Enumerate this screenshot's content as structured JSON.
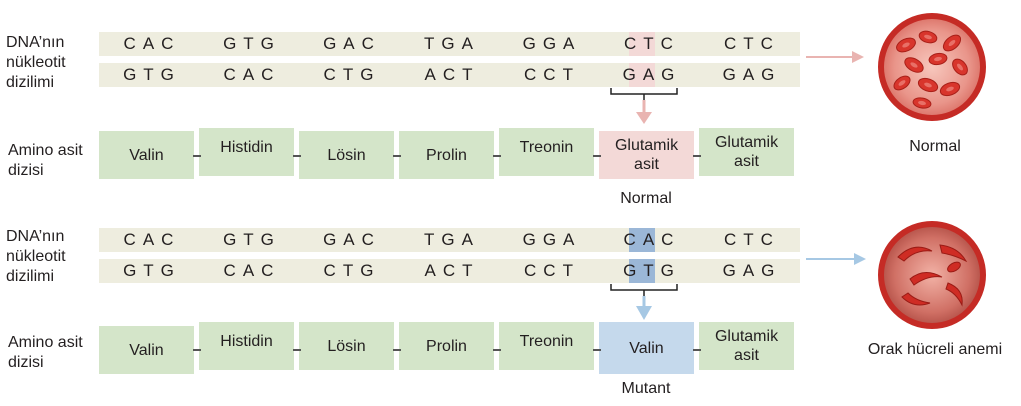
{
  "labels": {
    "dna": "DNA’nın\nnükleotit\ndizilimi",
    "amino": "Amino asit\ndizisi"
  },
  "normal": {
    "top": [
      "CAC",
      "GTG",
      "GAC",
      "TGA",
      "GGA",
      "CTC",
      "CTC"
    ],
    "bottom": [
      "GTG",
      "CAC",
      "CTG",
      "ACT",
      "CCT",
      "GAG",
      "GAG"
    ],
    "amino": [
      "Valin",
      "Histidin",
      "Lösin",
      "Prolin",
      "Treonin",
      "Glutamik\nasit",
      "Glutamik\nasit"
    ],
    "caption": "Normal",
    "cell_caption": "Normal",
    "highlight_color": "#f3d9d7",
    "arrow_color": "#e9b4b1"
  },
  "mutant": {
    "top": [
      "CAC",
      "GTG",
      "GAC",
      "TGA",
      "GGA",
      "CAC",
      "CTC"
    ],
    "bottom": [
      "GTG",
      "CAC",
      "CTG",
      "ACT",
      "CCT",
      "GTG",
      "GAG"
    ],
    "amino": [
      "Valin",
      "Histidin",
      "Lösin",
      "Prolin",
      "Treonin",
      "Valin",
      "Glutamik\nasit"
    ],
    "caption": "Mutant",
    "cell_caption": "Orak hücreli anemi",
    "highlight_color": "#9bb7d7",
    "arrow_color": "#a6c8e4"
  },
  "colors": {
    "strand_bg": "#eeeddf",
    "amino_bg": "#d4e5c9",
    "normal_mut_amino_bg": "#f3d9d7",
    "mutant_mut_amino_bg": "#c5d9ec",
    "cell_red": "#c52b25"
  }
}
